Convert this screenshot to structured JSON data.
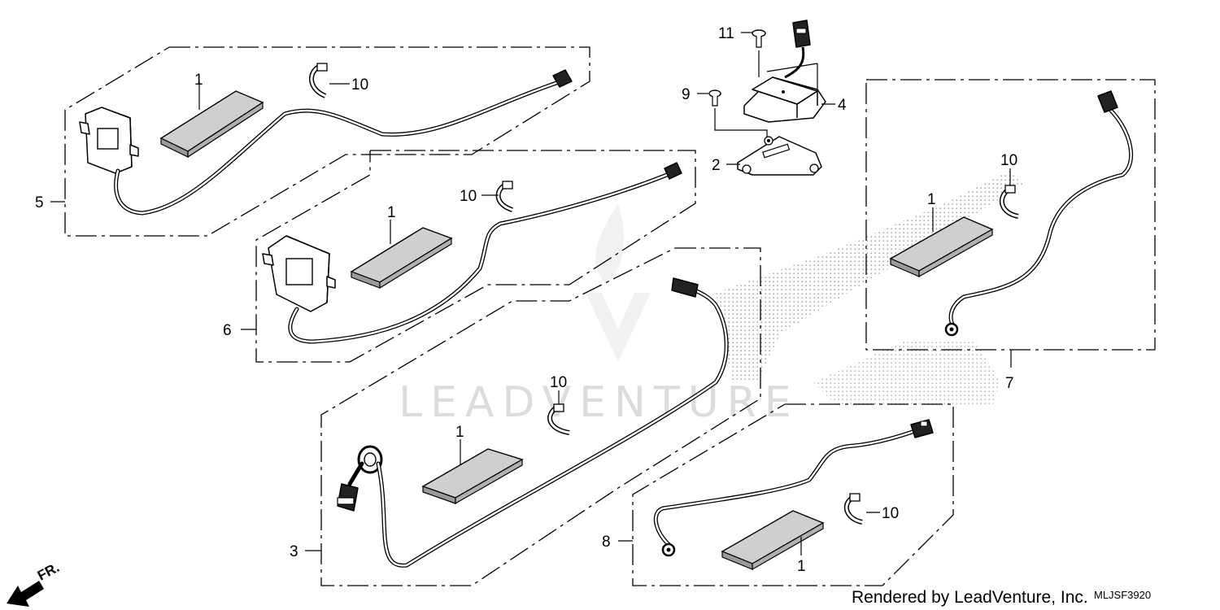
{
  "diagram": {
    "callouts": {
      "c5": "5",
      "c5_tape": "1",
      "c5_clip": "10",
      "c6": "6",
      "c6_tape": "1",
      "c6_clip": "10",
      "c3": "3",
      "c3_tape": "1",
      "c3_clip": "10",
      "c8": "8",
      "c8_tape": "1",
      "c8_clip": "10",
      "c7": "7",
      "c7_tape": "1",
      "c7_clip": "10",
      "c11": "11",
      "c9": "9",
      "c4": "4",
      "c2": "2"
    },
    "front_marker": "FR.",
    "watermark": "LEADVENTURE",
    "footer": {
      "rendered_by": "Rendered by LeadVenture, Inc.",
      "diagram_code": "MLJSF3920"
    }
  },
  "colors": {
    "line": "#000000",
    "tape_fill": "#cfcfcf",
    "watermark": "#dcdcdc"
  }
}
